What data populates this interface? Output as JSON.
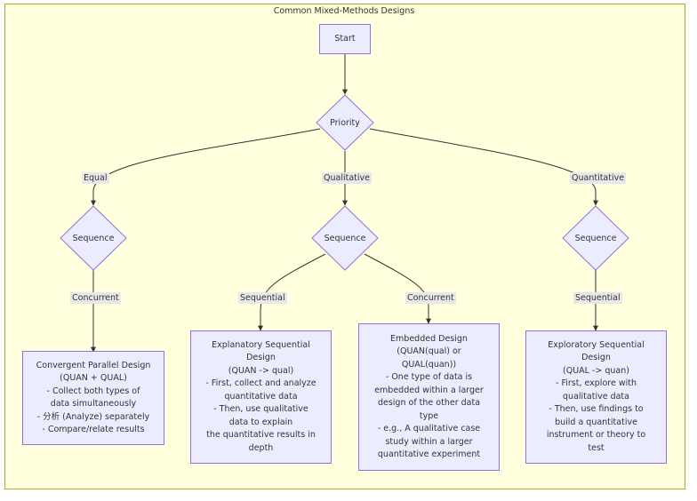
{
  "title": "Common Mixed-Methods Designs",
  "nodes": {
    "start": "Start",
    "priority": "Priority",
    "seq_equal": "Sequence",
    "seq_qual": "Sequence",
    "seq_quan": "Sequence",
    "convergent": [
      "Convergent Parallel Design",
      "(QUAN + QUAL)",
      "- Collect both types of",
      "data simultaneously",
      "- 分析 (Analyze) separately",
      "- Compare/relate results"
    ],
    "explanatory": [
      "Explanatory Sequential",
      "Design",
      "(QUAN -> qual)",
      "- First, collect and analyze",
      "quantitative data",
      "- Then, use qualitative",
      "data to explain",
      "the quantitative results in",
      "depth"
    ],
    "embedded": [
      "Embedded Design",
      "(QUAN(qual) or",
      "QUAL(quan))",
      "- One type of data is",
      "embedded within a larger",
      "design of the other data",
      "type",
      "- e.g., A qualitative case",
      "study within a larger",
      "quantitative experiment"
    ],
    "exploratory": [
      "Exploratory Sequential",
      "Design",
      "(QUAL -> quan)",
      "- First, explore with",
      "qualitative data",
      "- Then, use findings to",
      "build a quantitative",
      "instrument or theory to",
      "test"
    ]
  },
  "edge_labels": {
    "equal": "Equal",
    "qualitative": "Qualitative",
    "quantitative": "Quantitative",
    "concurrent_1": "Concurrent",
    "sequential_1": "Sequential",
    "concurrent_2": "Concurrent",
    "sequential_2": "Sequential"
  },
  "colors": {
    "cluster_fill": "#ffffde",
    "cluster_border": "#aaaa33",
    "node_fill": "#ececff",
    "node_border": "#9370db",
    "edge": "#333333",
    "label_bg": "#e8e8e8"
  }
}
